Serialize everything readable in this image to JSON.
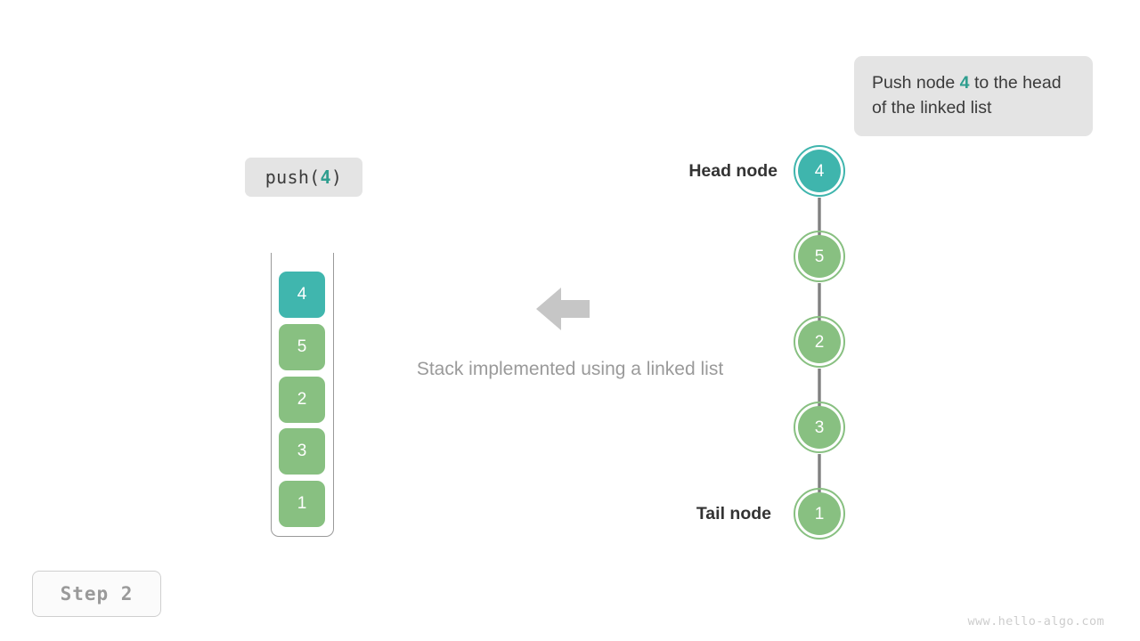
{
  "callout": {
    "text_before": "Push node ",
    "highlight": "4",
    "text_after": " to the head of the linked list"
  },
  "code_chip": {
    "prefix": "push(",
    "argument": "4",
    "suffix": ")"
  },
  "caption": "Stack implemented using a linked list",
  "step_badge": "Step 2",
  "watermark": "www.hello-algo.com",
  "colors": {
    "accent_teal": "#3fb5ad",
    "accent_teal_text": "#2f9e8f",
    "node_green": "#88c081",
    "arrow_gray": "#808080",
    "chip_bg": "#e4e4e4",
    "caption_gray": "#9a9a9a"
  },
  "stack": {
    "label": "Stack",
    "cells": [
      {
        "value": "4",
        "color": "#40b6ae",
        "highlighted": true
      },
      {
        "value": "5",
        "color": "#88c081",
        "highlighted": false
      },
      {
        "value": "2",
        "color": "#88c081",
        "highlighted": false
      },
      {
        "value": "3",
        "color": "#88c081",
        "highlighted": false
      },
      {
        "value": "1",
        "color": "#88c081",
        "highlighted": false
      }
    ]
  },
  "linked_list": {
    "head_label": "Head node",
    "tail_label": "Tail node",
    "nodes": [
      {
        "value": "4",
        "color": "#3fb5ad",
        "highlighted": true
      },
      {
        "value": "5",
        "color": "#88c081",
        "highlighted": false
      },
      {
        "value": "2",
        "color": "#88c081",
        "highlighted": false
      },
      {
        "value": "3",
        "color": "#88c081",
        "highlighted": false
      },
      {
        "value": "1",
        "color": "#88c081",
        "highlighted": false
      }
    ]
  },
  "transfer_arrow": {
    "direction": "left"
  }
}
